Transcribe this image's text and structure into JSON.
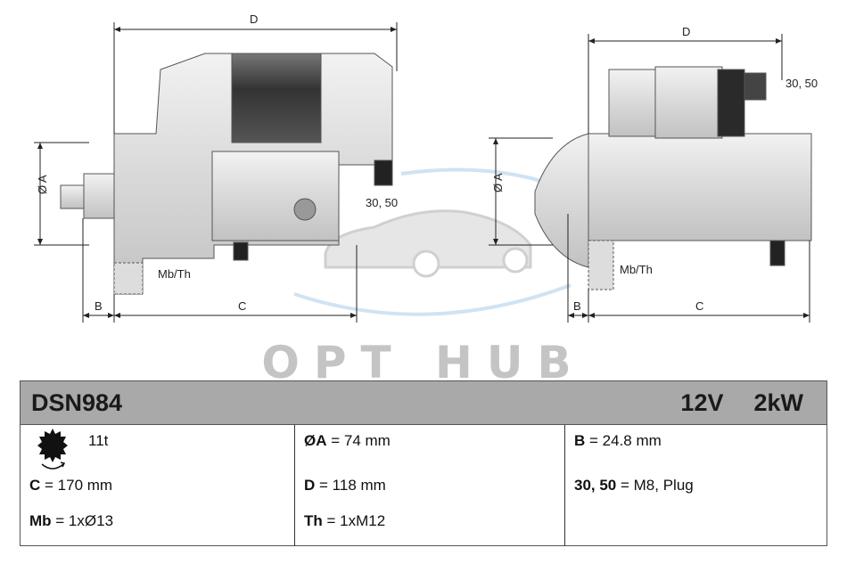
{
  "drawing": {
    "left_view": {
      "dim_d": "D",
      "dim_a": "Ø A",
      "dim_b": "B",
      "dim_c": "C",
      "terminal": "30, 50",
      "mount": "Mb/Th"
    },
    "right_view": {
      "dim_d": "D",
      "dim_a": "Ø A",
      "dim_b": "B",
      "dim_c": "C",
      "terminal": "30, 50",
      "mount": "Mb/Th"
    }
  },
  "watermark": "OPT HUB",
  "spec": {
    "model": "DSN984",
    "voltage": "12V",
    "power": "2kW",
    "teeth": "11t",
    "c": {
      "key": "C",
      "value": "= 170 mm"
    },
    "mb": {
      "key": "Mb",
      "value": "= 1xØ13"
    },
    "a": {
      "key": "ØA",
      "value": "= 74 mm"
    },
    "d": {
      "key": "D",
      "value": "= 118 mm"
    },
    "th": {
      "key": "Th",
      "value": "= 1xM12"
    },
    "b": {
      "key": "B",
      "value": "= 24.8 mm"
    },
    "terminals": {
      "key": "30, 50",
      "value": "= M8, Plug"
    }
  }
}
